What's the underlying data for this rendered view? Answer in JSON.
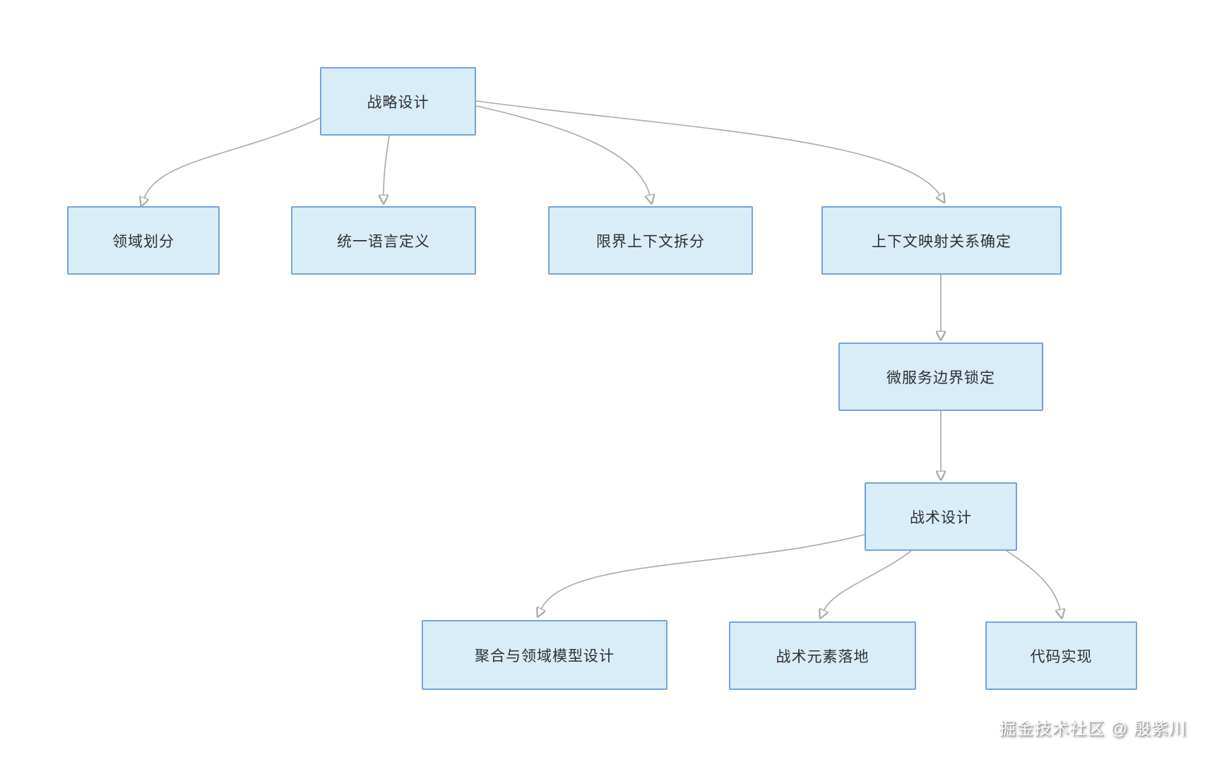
{
  "nodes": [
    {
      "id": "strategic-design",
      "label": "战略设计"
    },
    {
      "id": "domain-division",
      "label": "领域划分"
    },
    {
      "id": "ubiquitous-language-definition",
      "label": "统一语言定义"
    },
    {
      "id": "bounded-context-split",
      "label": "限界上下文拆分"
    },
    {
      "id": "context-mapping-determination",
      "label": "上下文映射关系确定"
    },
    {
      "id": "microservice-boundary-lock",
      "label": "微服务边界锁定"
    },
    {
      "id": "tactical-design",
      "label": "战术设计"
    },
    {
      "id": "aggregate-domain-model-design",
      "label": "聚合与领域模型设计"
    },
    {
      "id": "tactical-elements-landing",
      "label": "战术元素落地"
    },
    {
      "id": "code-implementation",
      "label": "代码实现"
    }
  ],
  "edges": [
    {
      "from": "strategic-design",
      "to": "domain-division"
    },
    {
      "from": "strategic-design",
      "to": "ubiquitous-language-definition"
    },
    {
      "from": "strategic-design",
      "to": "bounded-context-split"
    },
    {
      "from": "strategic-design",
      "to": "context-mapping-determination"
    },
    {
      "from": "context-mapping-determination",
      "to": "microservice-boundary-lock"
    },
    {
      "from": "microservice-boundary-lock",
      "to": "tactical-design"
    },
    {
      "from": "tactical-design",
      "to": "aggregate-domain-model-design"
    },
    {
      "from": "tactical-design",
      "to": "tactical-elements-landing"
    },
    {
      "from": "tactical-design",
      "to": "code-implementation"
    }
  ],
  "watermark": {
    "text": "掘金技术社区 @ 殷紫川"
  },
  "colors": {
    "node_fill": "#d9edf9",
    "node_border": "#74a4da",
    "arrow": "#a8a8a8",
    "text": "#2f2f2f"
  }
}
